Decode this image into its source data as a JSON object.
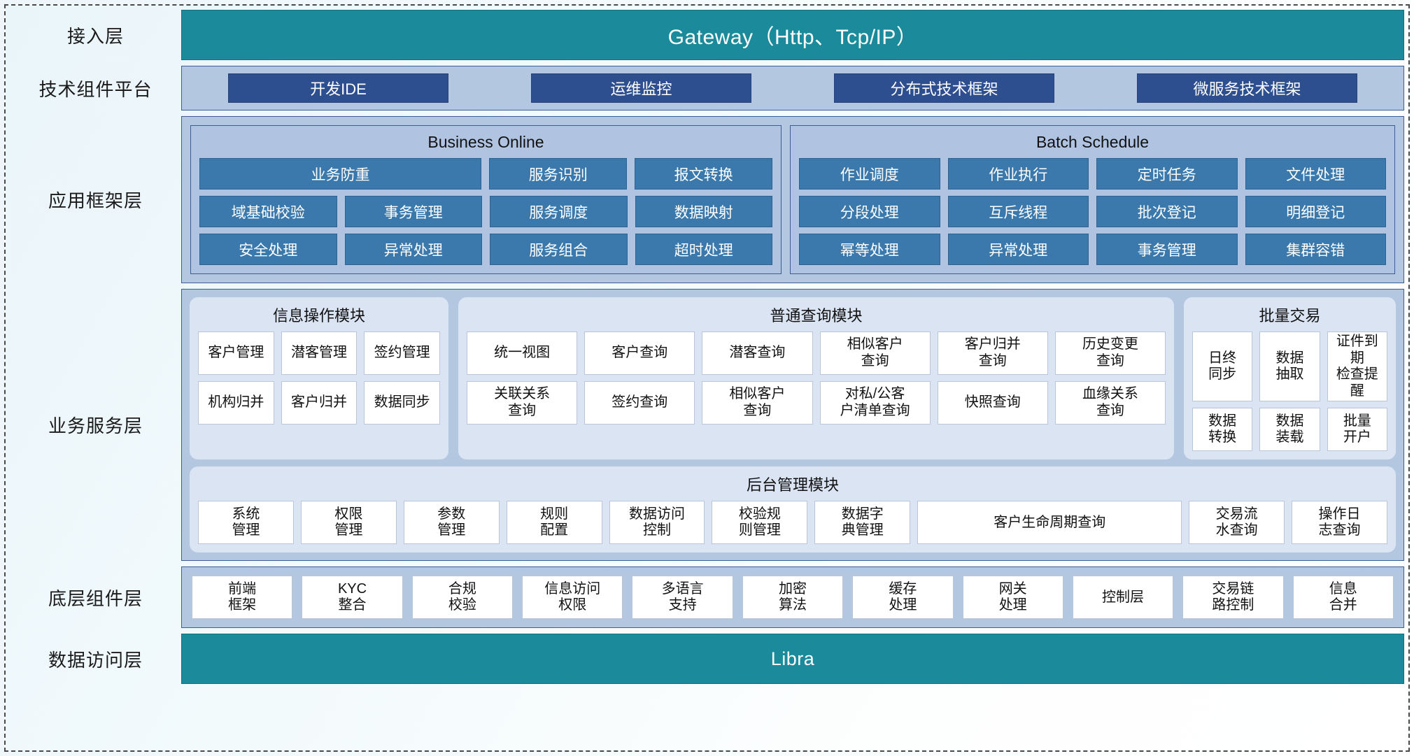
{
  "diagram": {
    "title": "Application Architecture Layers"
  },
  "layers": [
    {
      "label": "接入层",
      "type": "bar",
      "bar_text": "Gateway（Http、Tcp/IP）",
      "color": "#1b8b9c"
    },
    {
      "label": "技术组件平台",
      "type": "chips",
      "chips": [
        "开发IDE",
        "运维监控",
        "分布式技术框架",
        "微服务技术框架"
      ],
      "chip_color": "#2e4f8f",
      "panel_color": "#b4c7e0"
    },
    {
      "label": "应用框架层",
      "type": "framework",
      "groups": [
        {
          "title": "Business Online",
          "rows": [
            [
              {
                "text": "业务防重",
                "span": 2
              },
              {
                "text": "服务识别",
                "span": 1
              },
              {
                "text": "报文转换",
                "span": 1
              }
            ],
            [
              {
                "text": "域基础校验",
                "span": 1
              },
              {
                "text": "事务管理",
                "span": 1
              },
              {
                "text": "服务调度",
                "span": 1
              },
              {
                "text": "数据映射",
                "span": 1
              }
            ],
            [
              {
                "text": "安全处理",
                "span": 1
              },
              {
                "text": "异常处理",
                "span": 1
              },
              {
                "text": "服务组合",
                "span": 1
              },
              {
                "text": "超时处理",
                "span": 1
              }
            ]
          ]
        },
        {
          "title": "Batch Schedule",
          "rows": [
            [
              {
                "text": "作业调度",
                "span": 1
              },
              {
                "text": "作业执行",
                "span": 1
              },
              {
                "text": "定时任务",
                "span": 1
              },
              {
                "text": "文件处理",
                "span": 1
              }
            ],
            [
              {
                "text": "分段处理",
                "span": 1
              },
              {
                "text": "互斥线程",
                "span": 1
              },
              {
                "text": "批次登记",
                "span": 1
              },
              {
                "text": "明细登记",
                "span": 1
              }
            ],
            [
              {
                "text": "幂等处理",
                "span": 1
              },
              {
                "text": "异常处理",
                "span": 1
              },
              {
                "text": "事务管理",
                "span": 1
              },
              {
                "text": "集群容错",
                "span": 1
              }
            ]
          ]
        }
      ]
    },
    {
      "label": "业务服务层",
      "type": "service",
      "bands": [
        {
          "modules": [
            {
              "title": "信息操作模块",
              "key": "info",
              "rows": [
                [
                  "客户管理",
                  "潜客管理",
                  "签约管理"
                ],
                [
                  "机构归并",
                  "客户归并",
                  "数据同步"
                ]
              ]
            },
            {
              "title": "普通查询模块",
              "key": "query",
              "rows": [
                [
                  "统一视图",
                  "客户查询",
                  "潜客查询",
                  "相似客户\n查询",
                  "客户归并\n查询",
                  "历史变更\n查询"
                ],
                [
                  "关联关系\n查询",
                  "签约查询",
                  "相似客户\n查询",
                  "对私/公客\n户清单查询",
                  "快照查询",
                  "血缘关系\n查询"
                ]
              ]
            },
            {
              "title": "批量交易",
              "key": "batch",
              "rows": [
                [
                  "日终\n同步",
                  "数据\n抽取",
                  "证件到期\n检查提醒"
                ],
                [
                  "数据\n转换",
                  "数据\n装载",
                  "批量\n开户"
                ]
              ]
            }
          ]
        },
        {
          "modules": [
            {
              "title": "后台管理模块",
              "key": "admin",
              "rows": [
                [
                  {
                    "text": "系统\n管理",
                    "wide": false
                  },
                  {
                    "text": "权限\n管理",
                    "wide": false
                  },
                  {
                    "text": "参数\n管理",
                    "wide": false
                  },
                  {
                    "text": "规则\n配置",
                    "wide": false
                  },
                  {
                    "text": "数据访问\n控制",
                    "wide": false
                  },
                  {
                    "text": "校验规\n则管理",
                    "wide": false
                  },
                  {
                    "text": "数据字\n典管理",
                    "wide": false
                  },
                  {
                    "text": "客户生命周期查询",
                    "wide": true
                  },
                  {
                    "text": "交易流\n水查询",
                    "wide": false
                  },
                  {
                    "text": "操作日\n志查询",
                    "wide": false
                  }
                ]
              ]
            }
          ]
        }
      ]
    },
    {
      "label": "底层组件层",
      "type": "components",
      "cells": [
        "前端\n框架",
        "KYC\n整合",
        "合规\n校验",
        "信息访问\n权限",
        "多语言\n支持",
        "加密\n算法",
        "缓存\n处理",
        "网关\n处理",
        "控制层",
        "交易链\n路控制",
        "信息\n合并"
      ]
    },
    {
      "label": "数据访问层",
      "type": "bar",
      "bar_text": "Libra",
      "color": "#1b8b9c"
    }
  ]
}
